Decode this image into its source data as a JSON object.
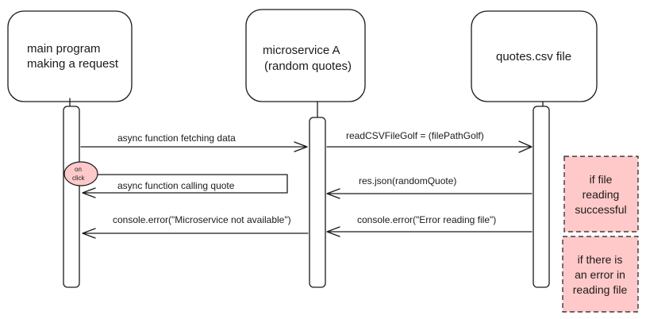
{
  "participants": {
    "main": {
      "line1": "main program",
      "line2": "making a request"
    },
    "micro": {
      "line1": "microservice A",
      "line2": "(random quotes)"
    },
    "file": {
      "line1": "quotes.csv file"
    }
  },
  "messages": {
    "fetch": "async function fetching data",
    "read_csv": "readCSVFileGolf = (filePathGolf)",
    "res_json": "res.json(randomQuote)",
    "calling_quote": "async function calling quote",
    "error_micro": "console.error(\"Microservice not available\")",
    "error_file": "console.error(\"Error reading file\")"
  },
  "on_click": {
    "line1": "on",
    "line2": "click"
  },
  "notes": {
    "success": {
      "line1": "if file",
      "line2": "reading",
      "line3": "successful"
    },
    "error": {
      "line1": "if there is",
      "line2": "an error in",
      "line3": "reading file"
    }
  },
  "colors": {
    "note_fill": "#ffc9c9",
    "stroke": "#1a1a1a"
  }
}
